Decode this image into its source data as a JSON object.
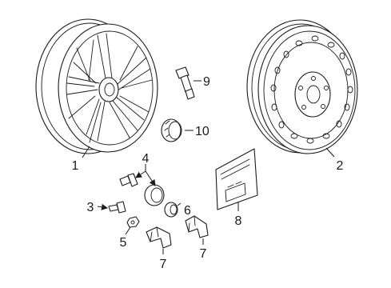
{
  "figure": {
    "background": "#ffffff",
    "line_color": "#1a1a1a",
    "callouts": [
      {
        "id": "c1",
        "label": "1"
      },
      {
        "id": "c2",
        "label": "2"
      },
      {
        "id": "c3",
        "label": "3"
      },
      {
        "id": "c4",
        "label": "4"
      },
      {
        "id": "c5",
        "label": "5"
      },
      {
        "id": "c6",
        "label": "6"
      },
      {
        "id": "c7a",
        "label": "7"
      },
      {
        "id": "c7b",
        "label": "7"
      },
      {
        "id": "c8",
        "label": "8"
      },
      {
        "id": "c9",
        "label": "9"
      },
      {
        "id": "c10",
        "label": "10"
      }
    ]
  }
}
